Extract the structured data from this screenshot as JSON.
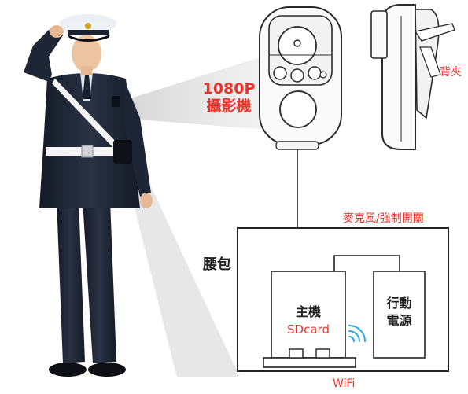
{
  "labels": {
    "camera_line1": "1080P",
    "camera_line2": "攝影機",
    "back_clip": "背夾",
    "mic_switch": "麥克風/強制開關",
    "waist_bag": "腰包",
    "main_unit": "主機",
    "sdcard": "SDcard",
    "power_line1": "行動",
    "power_line2": "電源",
    "wifi": "WiFi"
  },
  "colors": {
    "accent_red": "#e8352c",
    "wifi_blue": "#2aa8e0",
    "uniform_navy": "#1c2230",
    "line_black": "#222222"
  }
}
